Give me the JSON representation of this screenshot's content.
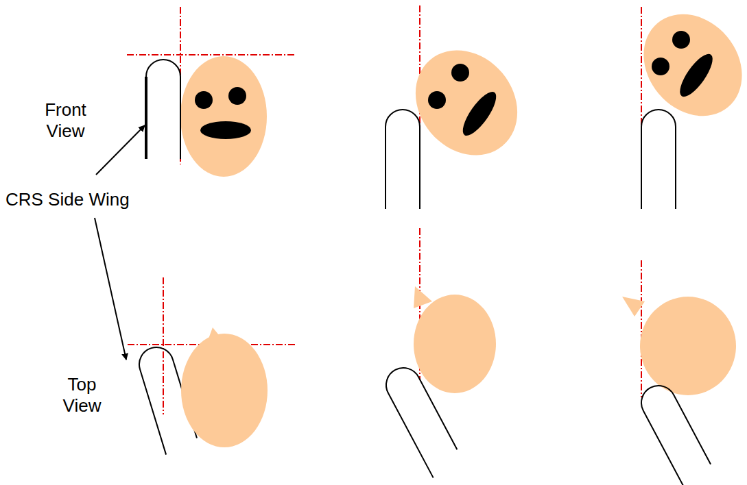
{
  "diagram": {
    "labels": [
      "Front View",
      "CRS Side Wing",
      "Top View"
    ]
  }
}
